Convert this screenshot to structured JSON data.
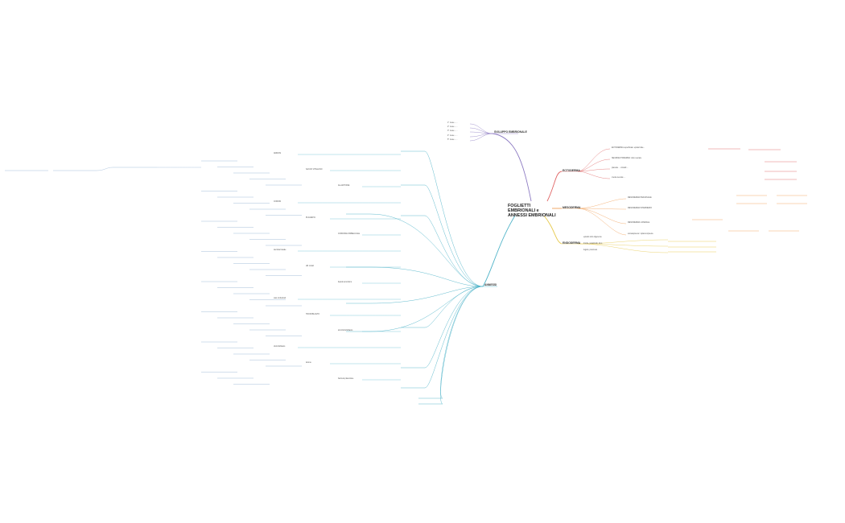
{
  "title": "FOGLIETTI EMBRIONALI e ANNESSI EMBRIONALI",
  "branches": {
    "sviluppo": "SVILUPPO EMBRIONALE",
    "ectoderma": "ECTODERMA",
    "mesoderma": "MESODERMA",
    "endoderma": "ENDODERMA",
    "annessi": "ANNESSI"
  },
  "sviluppo_items": [
    "1° mese - ...",
    "2° mese - ...",
    "3° mese - ...",
    "4° mese - ...",
    "5° mese - ..."
  ],
  "ecto_items": [
    "ECTODERMA superficiale: epidermide...",
    "NEUROECTODERMA: tubo neurale",
    "placode ... cristalli ...",
    "cresta neurale ..."
  ],
  "meso_items": [
    "MESODERMA PARASSIALE",
    "MESODERMA INTERMEDIO",
    "MESODERMA LATERALE",
    "somatopleura / splancnopleura"
  ],
  "endo_items": [
    "epitelio tubo digerente",
    "tiroide, paratiroidi, timo",
    "fegato, pancreas"
  ],
  "annessi_items": [
    "AMNIOS",
    "SACCO VITELLINO",
    "ALLANTOIDE",
    "CORION",
    "PLACENTA",
    "CORDONE OMBELICALE",
    "decidua basale",
    "villi coriali",
    "liquido amniotico",
    "vasi ombelicali",
    "TROFOBLASTO",
    "sinciziotrofoblasto",
    "citotrofoblasto",
    "lacune",
    "barriera placentare"
  ],
  "colors": {
    "sviluppo": "#8e7cc3",
    "ectoderma": "#e06666",
    "mesoderma": "#f1a15a",
    "endoderma": "#e6c94c",
    "annessi": "#4fb3c8",
    "node_line": "#9ab8d6"
  }
}
